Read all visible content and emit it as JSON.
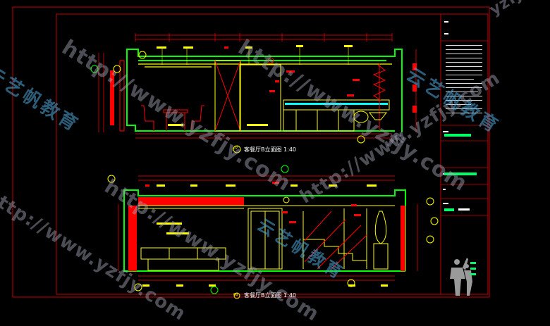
{
  "drawing": {
    "elevation_upper_title": "客餐厅B立面图 1:40",
    "elevation_upper_marker": "07",
    "elevation_lower_title": "客餐厅B立面图 1:40",
    "elevation_lower_marker": "08",
    "colors": {
      "background": "#000000",
      "frame": "#c00000",
      "wall": "#00ff00",
      "line_primary": "#ffff00",
      "line_secondary": "#ff0000",
      "line_white": "#ffffff",
      "accent_cyan": "#00ffff",
      "accent_magenta": "#ff00ff",
      "hatch_red": "#ff0000"
    }
  },
  "watermarks": {
    "url": "http://www.yzfjy.com",
    "brand_cn": "云艺帆教育",
    "corner_text": "yzfjy"
  }
}
